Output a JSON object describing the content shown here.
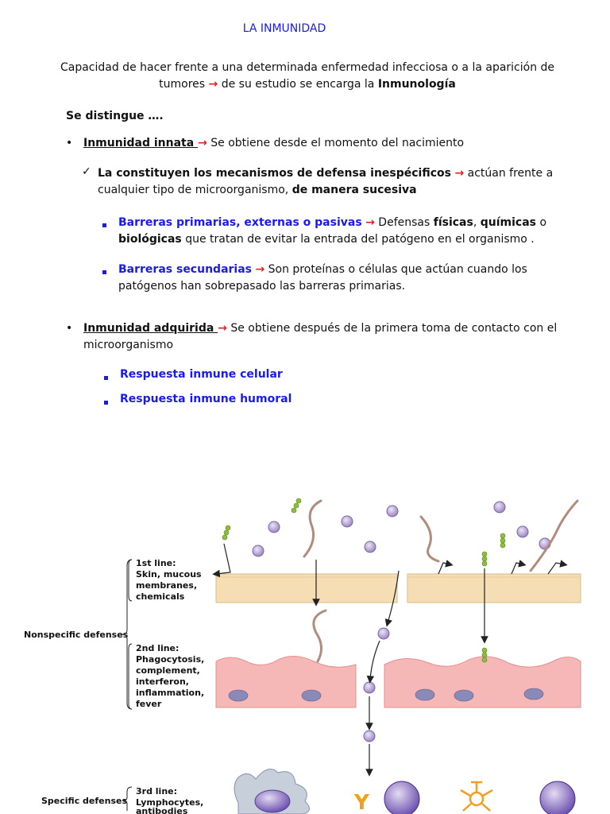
{
  "title": "LA INMUNIDAD",
  "intro": {
    "text": "Capacidad de hacer frente a una determinada enfermedad infecciosa o a la aparición de tumores",
    "arrow": "→",
    "text2": "de su estudio se encarga la",
    "bold": "Inmunología"
  },
  "distingue": "Se distingue ….",
  "innata": {
    "label": "Inmunidad innata ",
    "arrow": "→",
    "desc": "Se obtiene desde el momento del nacimiento",
    "check": "✓",
    "sub_bold": "La constituyen los mecanismos de defensa inespécificos",
    "sub_arrow": "→",
    "sub_text": "actúan frente a cualquier tipo de microorganismo,",
    "sub_bold2": "de manera sucesiva",
    "primarias": {
      "label": "Barreras primarias, externas o pasivas",
      "arrow": "→",
      "t1": "Defensas",
      "b1": "físicas",
      "t2": ",",
      "b2": "químicas",
      "t3": "o",
      "b3": "biológicas",
      "t4": "que tratan de evitar la entrada del patógeno en el organismo ."
    },
    "secundarias": {
      "label": "Barreras secundarias",
      "arrow": "→",
      "text": "Son proteínas o células que actúan cuando los patógenos han sobrepasado las barreras primarias."
    }
  },
  "adquirida": {
    "label": "Inmunidad adquirida ",
    "arrow": "→",
    "desc": "Se obtiene después de la primera toma de contacto con el microorganismo",
    "item1": "Respuesta inmune celular",
    "item2": "Respuesta inmune humoral"
  },
  "figure": {
    "nonspecific": "Nonspecific defenses",
    "specific": "Specific defenses",
    "line1": [
      "1st line:",
      "Skin, mucous",
      "membranes,",
      "chemicals"
    ],
    "line2": [
      "2nd line:",
      "Phagocytosis,",
      "complement,",
      "interferon,",
      "inflammation,",
      "fever"
    ],
    "line3": [
      "3rd line:",
      "Lymphocytes,",
      "antibodies"
    ]
  },
  "colors": {
    "title": "#1a1aee",
    "arrow": "#e02020",
    "skin": "#f5deb3",
    "tissue": "#f6b7b7",
    "microbe": "#b9a3d6"
  }
}
